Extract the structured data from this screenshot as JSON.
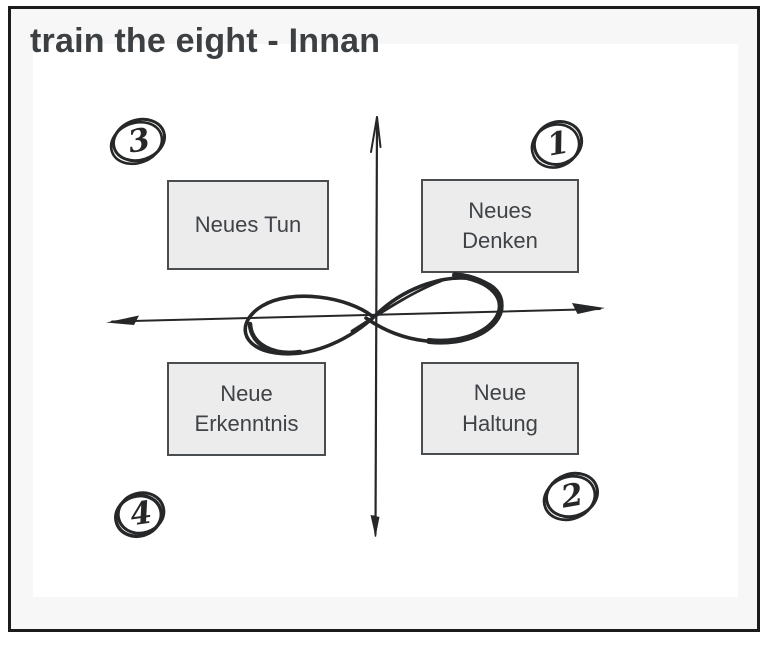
{
  "page": {
    "title": "train the eight - Innan"
  },
  "colors": {
    "frame_border": "#1b1b1b",
    "page_background": "#f7f7f8",
    "canvas_background": "#ffffff",
    "box_fill": "#ececec",
    "box_border": "#4a4d50",
    "text": "#3f4347",
    "ink": "#262728"
  },
  "diagram": {
    "boxes": [
      {
        "id": "neues-tun",
        "quadrant": "top-left",
        "lines": [
          "Neues Tun"
        ]
      },
      {
        "id": "neues-denken",
        "quadrant": "top-right",
        "lines": [
          "Neues",
          "Denken"
        ]
      },
      {
        "id": "neue-erkenntnis",
        "quadrant": "bottom-left",
        "lines": [
          "Neue",
          "Erkenntnis"
        ]
      },
      {
        "id": "neue-haltung",
        "quadrant": "bottom-right",
        "lines": [
          "Neue",
          "Haltung"
        ]
      }
    ],
    "markers": [
      {
        "label": "1",
        "position": "top-right"
      },
      {
        "label": "2",
        "position": "bottom-right"
      },
      {
        "label": "3",
        "position": "top-left"
      },
      {
        "label": "4",
        "position": "bottom-left"
      }
    ],
    "symbols": [
      "vertical-axis-arrow",
      "horizontal-axis-arrow",
      "infinity-eight"
    ]
  }
}
